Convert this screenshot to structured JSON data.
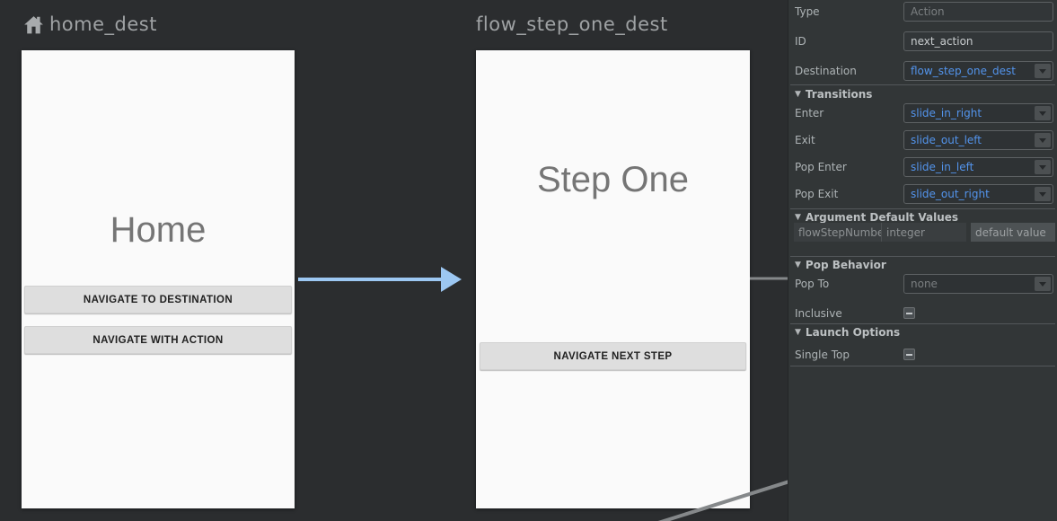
{
  "canvas": {
    "home": {
      "header": "home_dest",
      "title": "Home",
      "button_primary": "NAVIGATE TO DESTINATION",
      "button_secondary": "NAVIGATE WITH ACTION"
    },
    "step_one": {
      "header": "flow_step_one_dest",
      "title": "Step One",
      "button_primary": "NAVIGATE NEXT STEP"
    }
  },
  "panel": {
    "type_label": "Type",
    "type_placeholder": "Action",
    "id_label": "ID",
    "id_value": "next_action",
    "destination_label": "Destination",
    "destination_value": "flow_step_one_dest",
    "transitions_header": "Transitions",
    "enter_label": "Enter",
    "enter_value": "slide_in_right",
    "exit_label": "Exit",
    "exit_value": "slide_out_left",
    "pop_enter_label": "Pop Enter",
    "pop_enter_value": "slide_in_left",
    "pop_exit_label": "Pop Exit",
    "pop_exit_value": "slide_out_right",
    "arguments_header": "Argument Default Values",
    "argument_name": "flowStepNumber",
    "argument_type": "integer",
    "argument_default_placeholder": "default value",
    "pop_behavior_header": "Pop Behavior",
    "pop_to_label": "Pop To",
    "pop_to_value": "none",
    "inclusive_label": "Inclusive",
    "launch_options_header": "Launch Options",
    "single_top_label": "Single Top",
    "collapse_triangle": "▼"
  },
  "colors": {
    "accent_blue": "#5394ec",
    "arrow_blue": "#9cc7f2",
    "edge_gray": "#85888a",
    "canvas_bg": "#2b2d2f",
    "panel_bg": "#323637"
  }
}
